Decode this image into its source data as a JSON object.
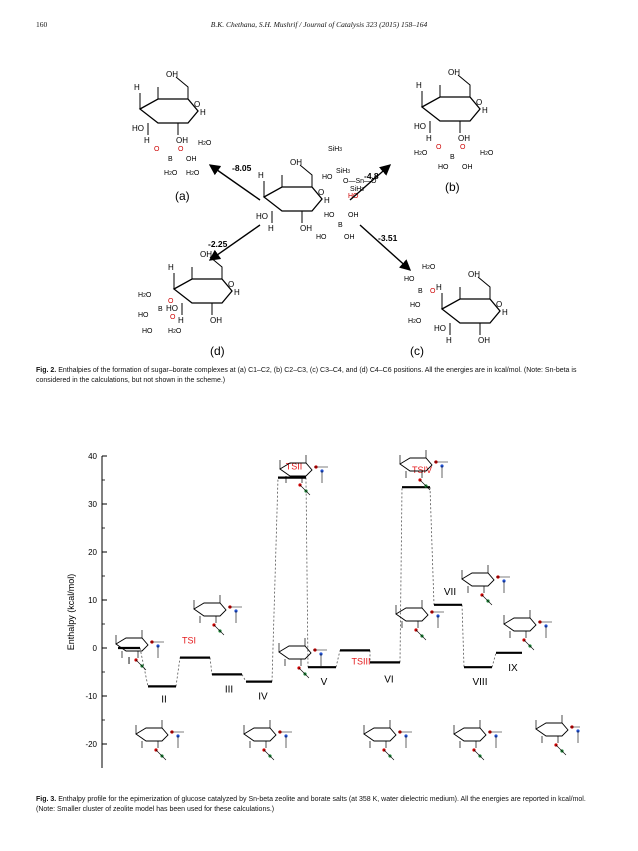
{
  "header": {
    "page_number": "160",
    "running_head": "B.K. Chethana, S.H. Mushrif / Journal of Catalysis 323 (2015) 158–164"
  },
  "fig2": {
    "caption_label": "Fig. 2.",
    "caption_text": "Enthalpies of the formation of sugar–borate complexes at (a) C1–C2, (b) C2–C3, (c) C3–C4, and (d) C4–C6 positions. All the energies are in kcal/mol. (Note: Sn-beta is considered in the calculations, but not shown in the scheme.)",
    "panels": [
      "(a)",
      "(b)",
      "(c)",
      "(d)"
    ],
    "energies": [
      "-8.05",
      "-4.8",
      "-3.51",
      "-2.25"
    ]
  },
  "fig3": {
    "caption_label": "Fig. 3.",
    "caption_text": "Enthalpy profile for the epimerization of glucose catalyzed by Sn-beta zeolite and borate salts (at 358 K, water dielectric medium). All the energies are reported in kcal/mol. (Note: Smaller cluster of zeolite model has been used for these calculations.)",
    "ylabel": "Enthalpy (kcal/mol)",
    "yticks": [
      "40",
      "30",
      "20",
      "10",
      "0",
      "-10",
      "-20"
    ],
    "states": [
      "I",
      "TSI",
      "II",
      "III",
      "IV",
      "TSII",
      "V",
      "TSIII",
      "VI",
      "TSIV",
      "VII",
      "VIII",
      "IX"
    ]
  },
  "chart_data": {
    "type": "line",
    "title": "",
    "xlabel": "",
    "ylabel": "Enthalpy (kcal/mol)",
    "ylim": [
      -25,
      40
    ],
    "categories": [
      "I",
      "II",
      "TSI",
      "III",
      "IV",
      "TSII",
      "V",
      "TSIII",
      "VI",
      "TSIV",
      "VII",
      "VIII",
      "IX"
    ],
    "values": [
      0,
      -8,
      -2,
      -5.5,
      -7,
      35.5,
      -4,
      -0.5,
      -3,
      33.5,
      9,
      -4,
      -1
    ],
    "transition_state_color": "#e41a1c"
  }
}
